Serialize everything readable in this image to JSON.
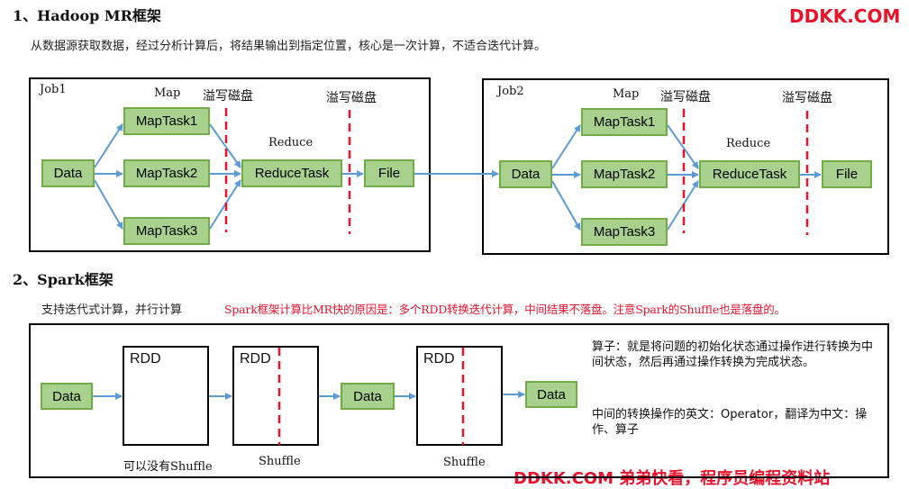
{
  "brand": {
    "top": "DDKK.COM",
    "bottom": "DDKK.COM 弟弟快看，程序员编程资料站"
  },
  "section1": {
    "title": "1、Hadoop MR框架",
    "desc": "从数据源获取数据，经过分析计算后，将结果输出到指定位置，核心是一次计算，不适合迭代计算。"
  },
  "jobs": [
    {
      "name": "Job1",
      "map_label": "Map",
      "spill1": "溢写磁盘",
      "spill2": "溢写磁盘",
      "reduce_label": "Reduce",
      "data": "Data",
      "maptasks": [
        "MapTask1",
        "MapTask2",
        "MapTask3"
      ],
      "reducetask": "ReduceTask",
      "file": "File"
    },
    {
      "name": "Job2",
      "map_label": "Map",
      "spill1": "溢写磁盘",
      "spill2": "溢写磁盘",
      "reduce_label": "Reduce",
      "data": "Data",
      "maptasks": [
        "MapTask1",
        "MapTask2",
        "MapTask3"
      ],
      "reducetask": "ReduceTask",
      "file": "File"
    }
  ],
  "section2": {
    "title": "2、Spark框架",
    "desc": "支持迭代式计算，并行计算",
    "note_red": "Spark框架计算比MR快的原因是：多个RDD转换迭代计算，中间结果不落盘。注意Spark的Shuffle也是落盘的。"
  },
  "spark": {
    "data1": "Data",
    "data2": "Data",
    "data3": "Data",
    "rdd1": "RDD",
    "rdd2": "RDD",
    "rdd3": "RDD",
    "cap1": "可以没有Shuffle",
    "cap2": "Shuffle",
    "cap3": "Shuffle",
    "operator_p1": "算子：就是将问题的初始化状态通过操作进行转换为中间状态，然后再通过操作转换为完成状态。",
    "operator_p2": "中间的转换操作的英文：Operator，翻译为中文：操作、算子"
  },
  "colors": {
    "accent_red": "#e8132b",
    "box_fill": "#a9d18e",
    "box_border": "#70ad47",
    "arrow": "#5b9bd5",
    "dash": "#e8132b"
  }
}
